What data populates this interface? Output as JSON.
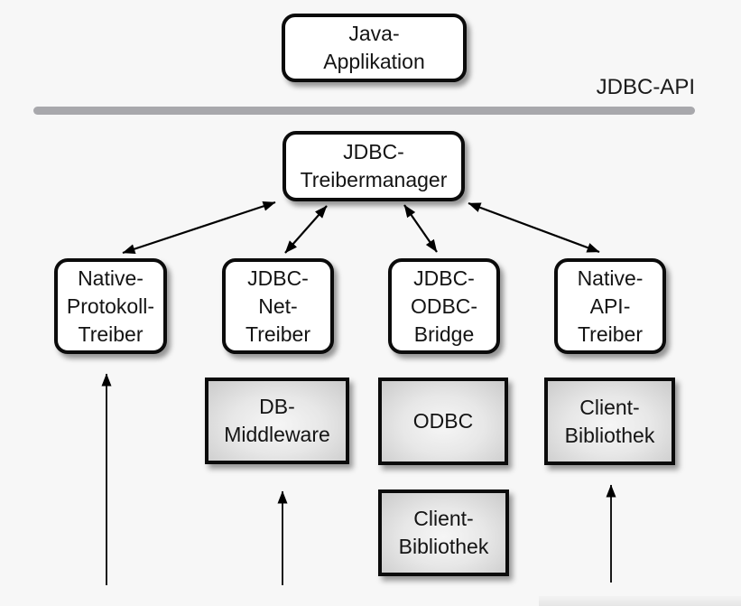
{
  "diagram": {
    "api_label": "JDBC-API",
    "nodes": {
      "java_application": {
        "label": "Java-\nApplikation"
      },
      "jdbc_treibermanager": {
        "label": "JDBC-\nTreibermanager"
      },
      "native_protokoll_treiber": {
        "label": "Native-\nProtokoll-\nTreiber"
      },
      "jdbc_net_treiber": {
        "label": "JDBC-\nNet-\nTreiber"
      },
      "jdbc_odbc_bridge": {
        "label": "JDBC-\nODBC-\nBridge"
      },
      "native_api_treiber": {
        "label": "Native-\nAPI-\nTreiber"
      },
      "db_middleware": {
        "label": "DB-\nMiddleware"
      },
      "odbc": {
        "label": "ODBC"
      },
      "client_bibliothek_mid": {
        "label": "Client-\nBibliothek"
      },
      "client_bibliothek_right": {
        "label": "Client-\nBibliothek"
      }
    },
    "colors": {
      "background": "#f7f7f7",
      "node_border": "#0b0b0b",
      "node_fill_white": "#ffffff",
      "node_fill_gray_center": "#f6f6f6",
      "node_fill_gray_edge": "#cbcbcb",
      "divider_line": "#a8a8ac",
      "arrow": "#000000",
      "text": "#141414"
    }
  }
}
